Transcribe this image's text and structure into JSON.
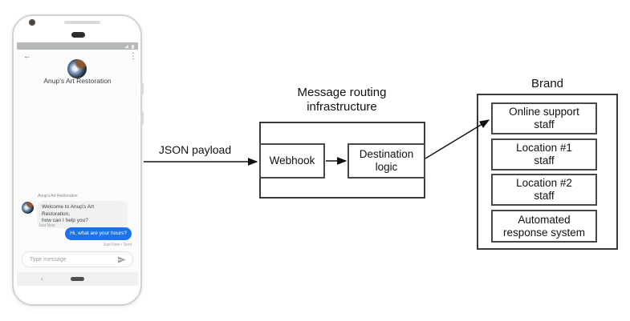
{
  "diagram": {
    "json_payload_label": "JSON payload",
    "routing": {
      "title": "Message routing\ninfrastructure",
      "webhook_label": "Webhook",
      "destination_label": "Destination\nlogic"
    },
    "brand": {
      "title": "Brand",
      "boxes": [
        "Online support\nstaff",
        "Location #1\nstaff",
        "Location #2\nstaff",
        "Automated\nresponse system"
      ]
    }
  },
  "phone": {
    "header": {
      "back_icon": "←",
      "menu_icon": "⋮",
      "title": "Anup's Art Restoration"
    },
    "chat": {
      "sender_label": "Anup's Art Restoration",
      "incoming_message": "Welcome to Anup's Art Restoration,\nhow can I help you?",
      "incoming_timestamp": "Just Now",
      "outgoing_message": "Hi, what are your hours?",
      "outgoing_timestamp": "Just Now • Sent"
    },
    "composer": {
      "placeholder": "Type message"
    },
    "nav": {
      "back_icon": "‹"
    }
  },
  "colors": {
    "outgoing_bubble": "#1a73e8",
    "incoming_bubble": "#f0f1f2",
    "status_bar": "#b6b9ba",
    "box_border": "#3a3a3a"
  }
}
